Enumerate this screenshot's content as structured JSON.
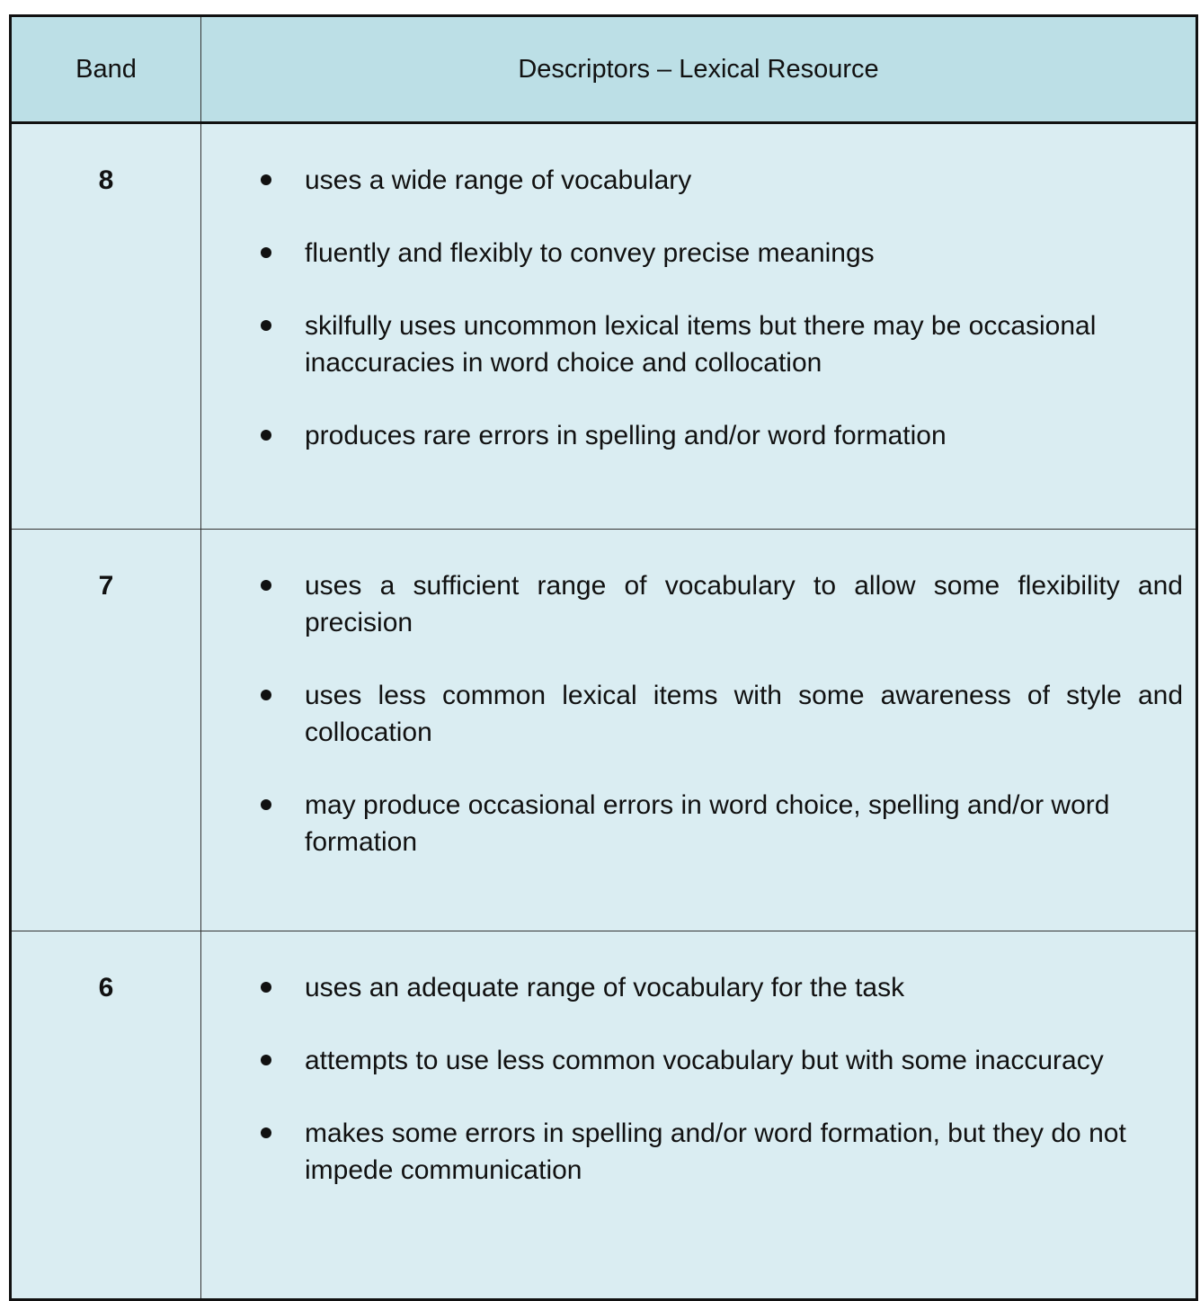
{
  "header": {
    "band": "Band",
    "descriptors": "Descriptors – Lexical Resource"
  },
  "rows": [
    {
      "band": "8",
      "items": [
        "uses a wide range of vocabulary",
        "fluently and flexibly to convey precise meanings",
        "skilfully uses uncommon lexical items but there may be occasional inaccuracies in word choice and collocation",
        "produces rare errors in spelling and/or word formation"
      ]
    },
    {
      "band": "7",
      "items": [
        "uses a sufficient range of vocabulary to allow some flexibility and precision",
        "uses less common lexical items with some awareness of style and collocation",
        "may produce occasional errors in word choice, spelling and/or word formation"
      ]
    },
    {
      "band": "6",
      "items": [
        "uses an adequate range of vocabulary for the task",
        "attempts to use less common vocabulary but with some inaccuracy",
        "makes some errors in spelling and/or word formation, but they do not impede communication"
      ]
    }
  ],
  "colors": {
    "header_background": "#bcdfe6",
    "body_background": "#daedf2",
    "border": "#111111"
  }
}
